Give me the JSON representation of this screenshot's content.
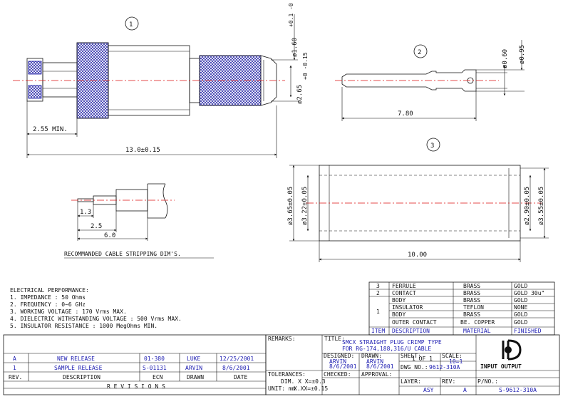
{
  "drawing": {
    "callouts": [
      "1",
      "2",
      "3"
    ],
    "dimensions": {
      "part1_overall_length": "13.0±0.15",
      "part1_strip_min": "2.55 MIN.",
      "part1_dia_small": "ø1.60",
      "part1_dia_small_tol": "+0.1 -0",
      "part1_dia_crimp": "ø2.65",
      "part1_dia_crimp_tol": "+0 -0.15",
      "part2_dia_pin": "ø0.60",
      "part2_dia_tip": "ø0.95",
      "part2_length": "7.80",
      "part3_dia_outer": "ø3.65±0.05",
      "part3_dia_inner": "ø3.22±0.05",
      "part3_dia_step_in": "ø2.90±0.05",
      "part3_dia_step_out": "ø3.55±0.05",
      "part3_length": "10.00",
      "cable_d1": "1.3",
      "cable_d2": "2.5",
      "cable_d3": "6.0"
    },
    "cable_caption": "RECOMMANDED CABLE STRIPPING DIM'S."
  },
  "performance": {
    "title": "ELECTRICAL PERFORMANCE:",
    "lines": [
      "1. IMPEDANCE : 50 Ohms",
      "2. FREQUENCY : 0~6 GHz",
      "3. WORKING VOLTAGE : 170 Vrms MAX.",
      "4. DIELECTRIC WITHSTANDING VOLTAGE : 500 Vrms MAX.",
      "5. INSULATOR RESISTANCE : 1000 MegOhms MIN."
    ]
  },
  "bom": {
    "headers": [
      "ITEM",
      "DESCRIPTION",
      "MATERIAL",
      "FINISHED"
    ],
    "rows": [
      {
        "item": "3",
        "desc": "FERRULE",
        "material": "BRASS",
        "finish": "GOLD"
      },
      {
        "item": "2",
        "desc": "CONTACT",
        "material": "BRASS",
        "finish": "GOLD 30u\""
      },
      {
        "item": "",
        "desc": "BODY",
        "material": "BRASS",
        "finish": "GOLD"
      },
      {
        "item": "1",
        "desc": "INSULATOR",
        "material": "TEFLON",
        "finish": "NONE"
      },
      {
        "item": "",
        "desc": "BODY",
        "material": "BRASS",
        "finish": "GOLD"
      },
      {
        "item": "",
        "desc": "OUTER CONTACT",
        "material": "BE. COPPER",
        "finish": "GOLD"
      }
    ]
  },
  "revisions": {
    "headers": [
      "REV.",
      "DESCRIPTION",
      "ECN",
      "DRAWN",
      "DATE"
    ],
    "rows": [
      {
        "rev": "A",
        "desc": "NEW RELEASE",
        "ecn": "01-380",
        "drawn": "LUKE",
        "date": "12/25/2001"
      },
      {
        "rev": "1",
        "desc": "SAMPLE RELEASE",
        "ecn": "S-01131",
        "drawn": "ARVIN",
        "date": "8/6/2001"
      }
    ],
    "footer": "R E V I S I O N S"
  },
  "titleblock": {
    "remarks_label": "REMARKS:",
    "title_label": "TITLE:",
    "title_line1": "SMCX STRAIGHT PLUG CRIMP TYPE",
    "title_line2": "FOR RG-174,188,316/U CABLE",
    "designed_label": "DESIGNED:",
    "designed_name": "ARVIN",
    "designed_date": "8/6/2001",
    "drawn_label": "DRAWN:",
    "drawn_name": "ARVIN",
    "drawn_date": "8/6/2001",
    "sheet_label": "SHEET:",
    "sheet_value": "1 OF 1",
    "scale_label": "SCALE:",
    "scale_value": "10=1",
    "dwg_label": "DWG NO.:",
    "dwg_value": "9612-310A",
    "checked_label": "CHECKED:",
    "approval_label": "APPROVAL:",
    "tolerance_label": "TOLERANCES:",
    "tolerance_line1": "DIM. X X=±0.3",
    "tolerance_line2": "X.XX=±0.15",
    "unit_label": "UNIT: mm",
    "layer_label": "LAYER:",
    "layer_value": "ASY",
    "rev_label": "REV:",
    "rev_value": "A",
    "pno_label": "P/NO.:",
    "pno_value": "S-9612-310A",
    "logo_text": "INPUT OUTPUT"
  },
  "colors": {
    "hatch": "#1515a0",
    "centerline": "#d11111",
    "label_blue": "#1a1ab0"
  }
}
